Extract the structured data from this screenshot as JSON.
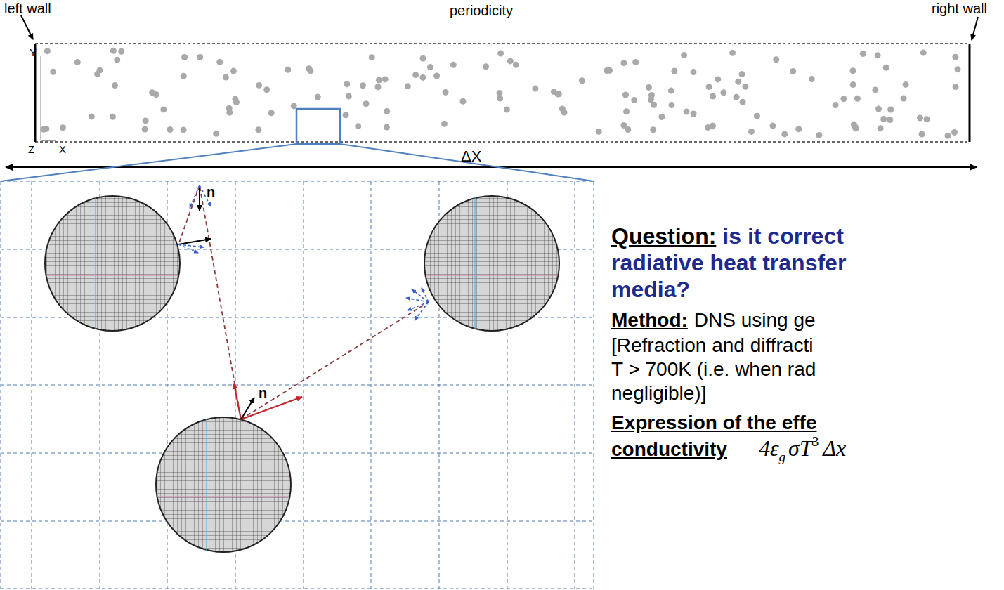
{
  "diagram": {
    "labels": [
      "left wall",
      "periodicity",
      "right wall",
      "Y",
      "Z",
      "X",
      "ΔX",
      "n",
      "n",
      "Question:",
      "is it correct",
      "radiative heat transfer",
      "media?",
      "Method:",
      "DNS using ge",
      "[Refraction and diffracti",
      "T > 700K (i.e. when rad",
      "negligible)]",
      "Expression of the effe",
      "conductivity",
      "4ε",
      "g",
      "σT",
      "3",
      "Δx"
    ]
  }
}
